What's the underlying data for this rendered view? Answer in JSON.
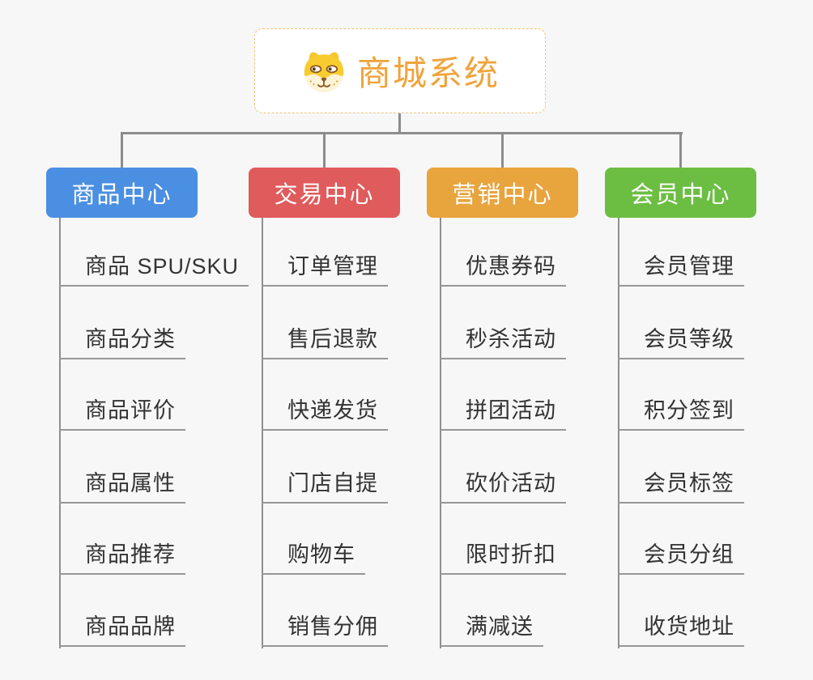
{
  "page": {
    "background": "#f7f7f7",
    "line_color": "#8c8c8c"
  },
  "root": {
    "title": "商城系统",
    "title_color": "#F0A33B",
    "border_color": "#F2C377",
    "icon": "dog-face-icon"
  },
  "branches": [
    {
      "label": "商品中心",
      "color": "#4B8FE2",
      "items": [
        "商品 SPU/SKU",
        "商品分类",
        "商品评价",
        "商品属性",
        "商品推荐",
        "商品品牌"
      ]
    },
    {
      "label": "交易中心",
      "color": "#E05B5B",
      "items": [
        "订单管理",
        "售后退款",
        "快递发货",
        "门店自提",
        "购物车",
        "销售分佣"
      ]
    },
    {
      "label": "营销中心",
      "color": "#E8A43D",
      "items": [
        "优惠券码",
        "秒杀活动",
        "拼团活动",
        "砍价活动",
        "限时折扣",
        "满减送"
      ]
    },
    {
      "label": "会员中心",
      "color": "#6CBE43",
      "items": [
        "会员管理",
        "会员等级",
        "积分签到",
        "会员标签",
        "会员分组",
        "收货地址"
      ]
    }
  ]
}
